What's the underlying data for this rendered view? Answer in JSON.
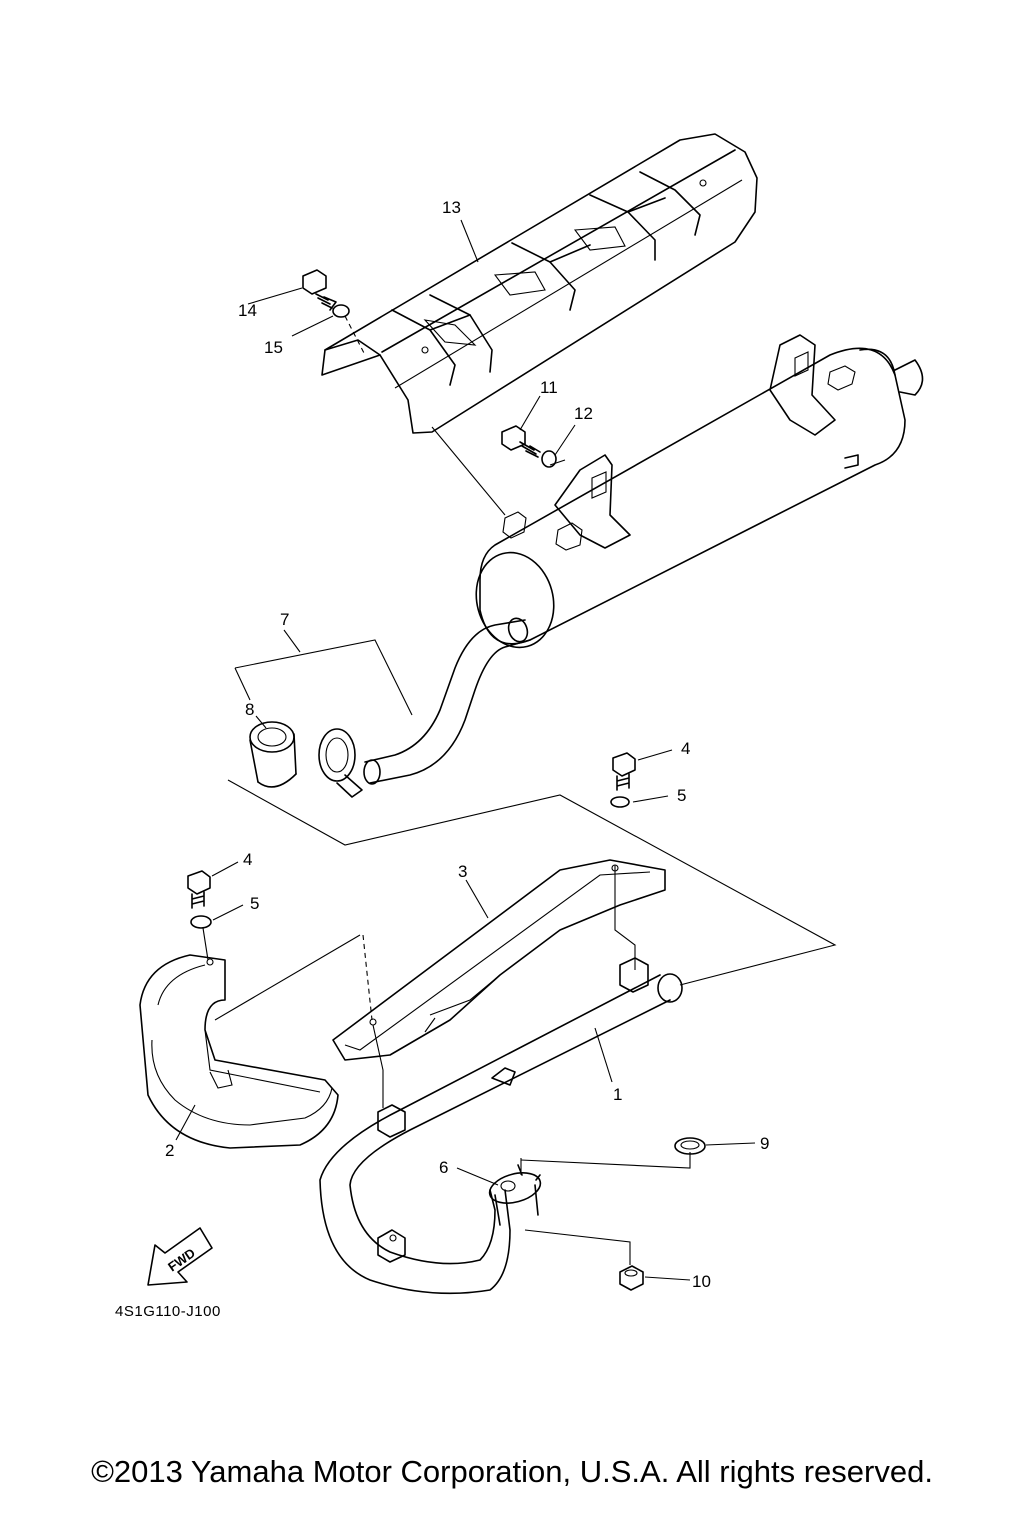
{
  "callouts": {
    "c1": "1",
    "c2": "2",
    "c3": "3",
    "c4a": "4",
    "c4b": "4",
    "c5a": "5",
    "c5b": "5",
    "c6": "6",
    "c7": "7",
    "c8": "8",
    "c9": "9",
    "c10": "10",
    "c11": "11",
    "c12": "12",
    "c13": "13",
    "c14": "14",
    "c15": "15"
  },
  "drawing_code": "4S1G110-J100",
  "fwd_label": "FWD",
  "copyright": "©2013 Yamaha Motor Corporation, U.S.A. All rights reserved.",
  "colors": {
    "line": "#000000",
    "background": "#ffffff"
  }
}
